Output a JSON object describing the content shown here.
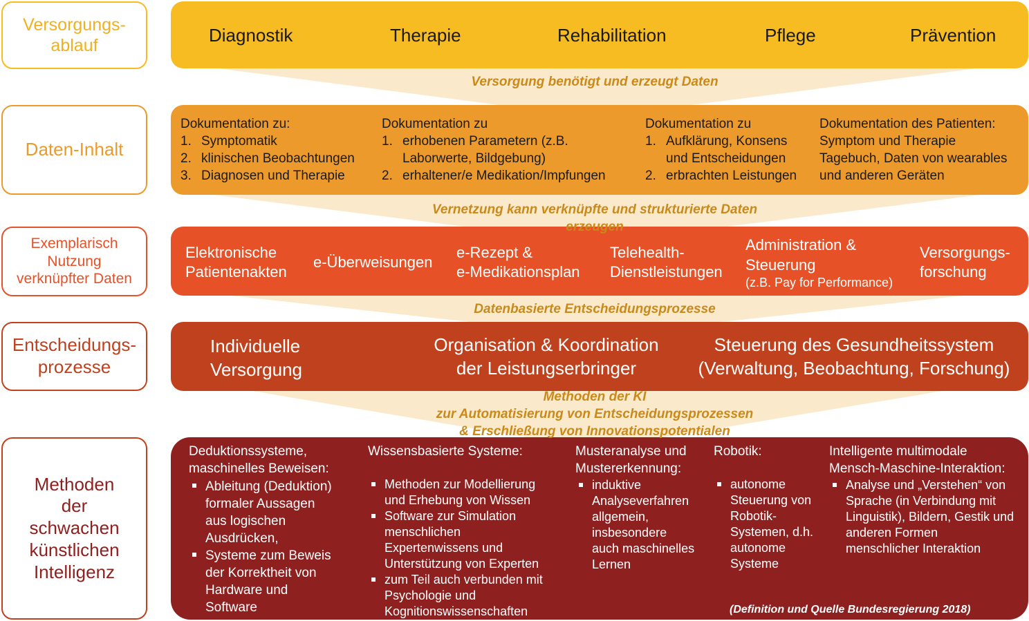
{
  "colors": {
    "row1": "#f6bc21",
    "row2": "#ec9a2c",
    "row3": "#e65128",
    "row4": "#c0411d",
    "row5": "#8e2020",
    "funnel": "#fbe9cb",
    "banner_text": "#c98a1a"
  },
  "labels": {
    "versorgungsablauf": "Versorgungs-\nablauf",
    "daten_inhalt": "Daten-Inhalt",
    "nutzung": "Exemplarisch\nNutzung\nverknüpfter Daten",
    "entscheidungsprozesse": "Entscheidungs-\nprozesse",
    "methoden": "Methoden\nder\nschwachen\nkünstlichen\nIntelligenz"
  },
  "care": {
    "diagnostik": "Diagnostik",
    "therapie": "Therapie",
    "rehabilitation": "Rehabilitation",
    "pflege": "Pflege",
    "praevention": "Prävention"
  },
  "banners": {
    "b1": "Versorgung benötigt und erzeugt Daten",
    "b2": "Vernetzung kann verknüpfte und strukturierte Daten\nerzeugen",
    "b3": "Datenbasierte Entscheidungsprozesse",
    "b4": "Methoden der KI\nzur Automatisierung von Entscheidungsprozessen\n& Erschließung von Innovationspotentialen"
  },
  "data_content": {
    "c1": {
      "heading": "Dokumentation zu:",
      "items": [
        {
          "num": "1.",
          "text": "Symptomatik"
        },
        {
          "num": "2.",
          "text": "klinischen Beobachtungen"
        },
        {
          "num": "3.",
          "text": "Diagnosen und Therapie"
        }
      ]
    },
    "c2": {
      "heading": "Dokumentation zu",
      "items": [
        {
          "num": "1.",
          "text": "erhobenen Parametern (z.B.\nLaborwerte, Bildgebung)"
        },
        {
          "num": "2.",
          "text": "erhaltener/e Medikation/Impfungen"
        }
      ]
    },
    "c3": {
      "heading": "Dokumentation zu",
      "items": [
        {
          "num": "1.",
          "text": "Aufklärung, Konsens\nund Entscheidungen"
        },
        {
          "num": "2.",
          "text": "erbrachten Leistungen"
        }
      ]
    },
    "c4": {
      "heading": "Dokumentation des Patienten:",
      "text": "Symptom und Therapie\nTagebuch, Daten von wearables\nund anderen Geräten"
    }
  },
  "usage": {
    "u1": "Elektronische\nPatientenakten",
    "u2": "e-Überweisungen",
    "u3": "e-Rezept &\ne-Medikationsplan",
    "u4": "Telehealth-\nDienstleistungen",
    "u5": "Administration &\nSteuerung",
    "u5_sub": "(z.B. Pay for Performance)",
    "u6": "Versorgungs-\nforschung"
  },
  "decisions": {
    "d1": "Individuelle\nVersorgung",
    "d2": "Organisation & Koordination\nder Leistungserbringer",
    "d3": "Steuerung des Gesundheitssystem\n(Verwaltung, Beobachtung, Forschung)"
  },
  "methods": {
    "m1": {
      "heading": "Deduktionssysteme,\nmaschinelles Beweisen:",
      "items": [
        "Ableitung (Deduktion)\nformaler Aussagen\naus logischen\nAusdrücken,",
        "Systeme zum Beweis\nder Korrektheit von\nHardware und\nSoftware"
      ]
    },
    "m2": {
      "heading": "Wissensbasierte Systeme:",
      "items": [
        "Methoden zur Modellierung\nund Erhebung von Wissen",
        "Software zur Simulation\nmenschlichen\nExpertenwissens und\nUnterstützung von Experten",
        "zum Teil auch verbunden mit\nPsychologie und\nKognitionswissenschaften"
      ]
    },
    "m3": {
      "heading": "Musteranalyse und\nMustererkennung:",
      "items": [
        "induktive\nAnalyseverfahren\nallgemein,\ninsbesondere\nauch maschinelles\nLernen"
      ]
    },
    "m4": {
      "heading": "Robotik:",
      "items": [
        "autonome\nSteuerung von\nRobotik-\nSystemen, d.h.\nautonome\nSysteme"
      ]
    },
    "m5": {
      "heading": "Intelligente multimodale\nMensch-Maschine-Interaktion:",
      "items": [
        "Analyse und „Verstehen“ von\nSprache (in Verbindung mit\nLinguistik), Bildern, Gestik und\nanderen Formen\nmenschlicher Interaktion"
      ]
    },
    "source": "(Definition und Quelle  Bundesregierung 2018)"
  }
}
